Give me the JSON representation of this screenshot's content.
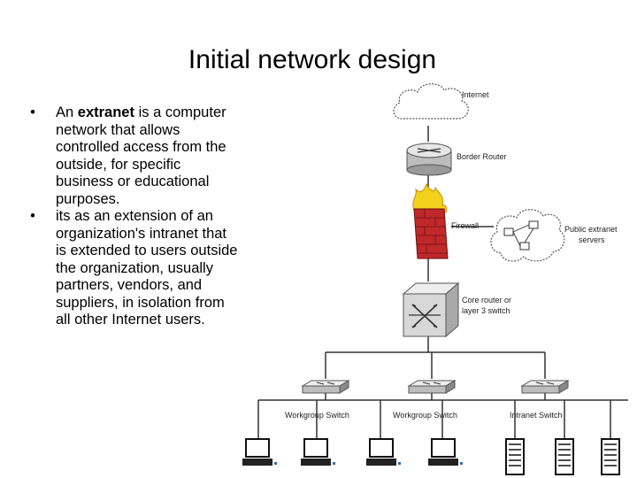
{
  "slide": {
    "title": "Initial network design",
    "bullets": [
      {
        "marker": "•",
        "lead": "An ",
        "bold": "extranet",
        "rest": " is a computer network that allows controlled access from the outside, for specific business or educational purposes."
      },
      {
        "marker": "•",
        "text": "its as an extension of an organization's intranet that is extended to users outside the organization, usually partners, vendors, and suppliers, in isolation from all other Internet users."
      }
    ]
  },
  "diagram": {
    "labels": {
      "internet": "Internet",
      "border_router": "Border Router",
      "firewall": "Firewall",
      "public_servers_line1": "Public extranet",
      "public_servers_line2": "servers",
      "core_line1": "Core router or",
      "core_line2": "layer 3 switch",
      "workgroup_switch_1": "Workgroup Switch",
      "workgroup_switch_2": "Workgroup Switch",
      "intranet_switch": "Intranet Switch"
    },
    "colors": {
      "line": "#333333",
      "device_body": "#d8d8d8",
      "device_dark": "#8a8a8a",
      "firewall_brick": "#c0282a",
      "firewall_flame": "#f2d21c",
      "cloud_outline": "#555555"
    }
  }
}
